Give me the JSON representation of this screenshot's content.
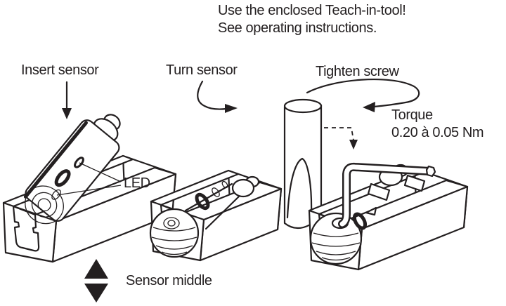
{
  "note": {
    "line1": "Use the enclosed Teach-in-tool!",
    "line2": "See operating instructions."
  },
  "steps": [
    {
      "label": "Insert sensor"
    },
    {
      "label": "Turn sensor"
    },
    {
      "label": "Tighten screw"
    }
  ],
  "annotations": {
    "led": "LED",
    "torque_title": "Torque",
    "torque_value": "0.20 à 0.05 Nm",
    "sensor_middle": "Sensor middle"
  },
  "colors": {
    "line": "#231f20",
    "background": "#ffffff"
  }
}
